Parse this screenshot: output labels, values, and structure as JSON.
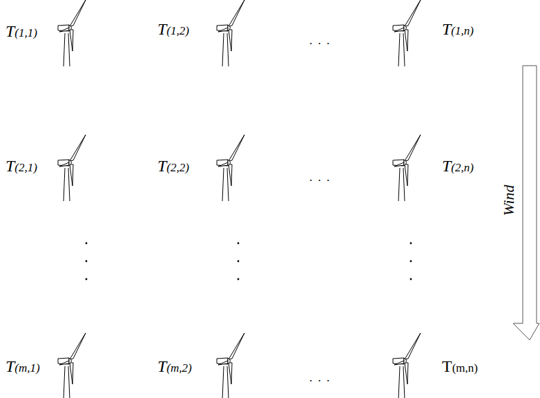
{
  "diagram": {
    "labels": [
      "T(1,1)",
      "T(1,2)",
      ". . .",
      "T(1,n)",
      "T(2,1)",
      "T(2,2)",
      ". . .",
      "T(2,n)",
      "T(m,1)",
      "T(m,2)",
      ". . .",
      "T(m,n)",
      "Wind"
    ]
  }
}
